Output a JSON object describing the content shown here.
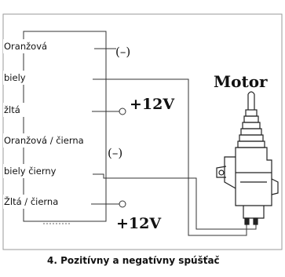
{
  "diagram": {
    "wires": [
      {
        "label": "Oranžová",
        "terminal": "(–)"
      },
      {
        "label": "biely",
        "terminal": ""
      },
      {
        "label": "žltá",
        "terminal": "+12V"
      },
      {
        "label": "Oranžová / čierna",
        "terminal": "(–)"
      },
      {
        "label": "biely čierny",
        "terminal": ""
      },
      {
        "label": "Žltá / čierna",
        "terminal": "+12V"
      }
    ],
    "motor_label": "Motor",
    "caption": "4.  Pozitívny a negatívny spúšťač"
  }
}
